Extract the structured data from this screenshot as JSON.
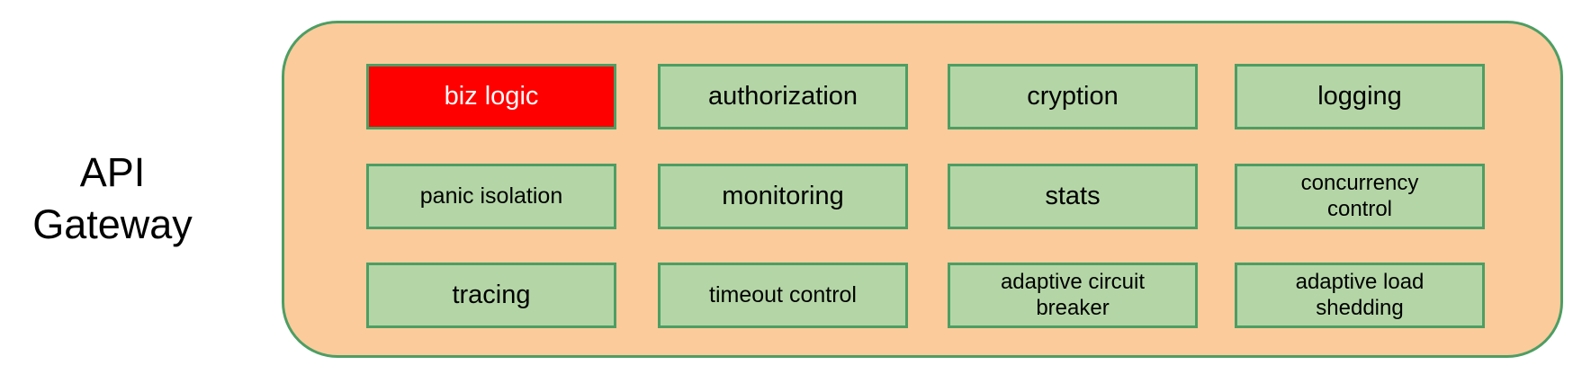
{
  "colors": {
    "canvas_bg": "#ffffff",
    "container_fill": "#fbcb9c",
    "stroke": "#4d9e63",
    "module_fill": "#b4d6a6",
    "highlight_fill": "#ff0000",
    "highlight_text": "#ffffff",
    "text": "#000000"
  },
  "gateway": {
    "title": "API Gateway",
    "modules": [
      {
        "id": "biz-logic",
        "label": "biz logic",
        "highlighted": true
      },
      {
        "id": "authorization",
        "label": "authorization",
        "highlighted": false
      },
      {
        "id": "cryption",
        "label": "cryption",
        "highlighted": false
      },
      {
        "id": "logging",
        "label": "logging",
        "highlighted": false
      },
      {
        "id": "panic-isolation",
        "label": "panic isolation",
        "highlighted": false
      },
      {
        "id": "monitoring",
        "label": "monitoring",
        "highlighted": false
      },
      {
        "id": "stats",
        "label": "stats",
        "highlighted": false
      },
      {
        "id": "concurrency-control",
        "label": "concurrency control",
        "highlighted": false
      },
      {
        "id": "tracing",
        "label": "tracing",
        "highlighted": false
      },
      {
        "id": "timeout-control",
        "label": "timeout control",
        "highlighted": false
      },
      {
        "id": "adaptive-circuit-breaker",
        "label": "adaptive circuit breaker",
        "highlighted": false
      },
      {
        "id": "adaptive-load-shedding",
        "label": "adaptive load shedding",
        "highlighted": false
      }
    ]
  }
}
